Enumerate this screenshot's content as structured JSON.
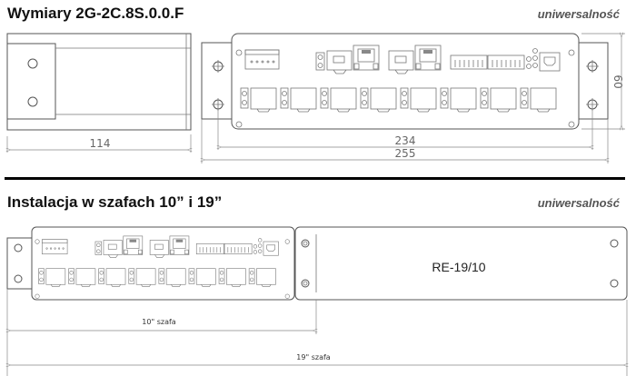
{
  "section1": {
    "title": "Wymiary 2G-2C.8S.0.0.F",
    "tagline": "uniwersalność",
    "dims": {
      "depth": "114",
      "mount_spacing": "234",
      "total_width": "255",
      "height": "60"
    }
  },
  "section2": {
    "title": "Instalacja w szafach 10” i 19”",
    "tagline": "uniwersalność",
    "extension_label": "RE-19/10",
    "dim_10": "10\" szafa",
    "dim_19": "19\" szafa"
  }
}
